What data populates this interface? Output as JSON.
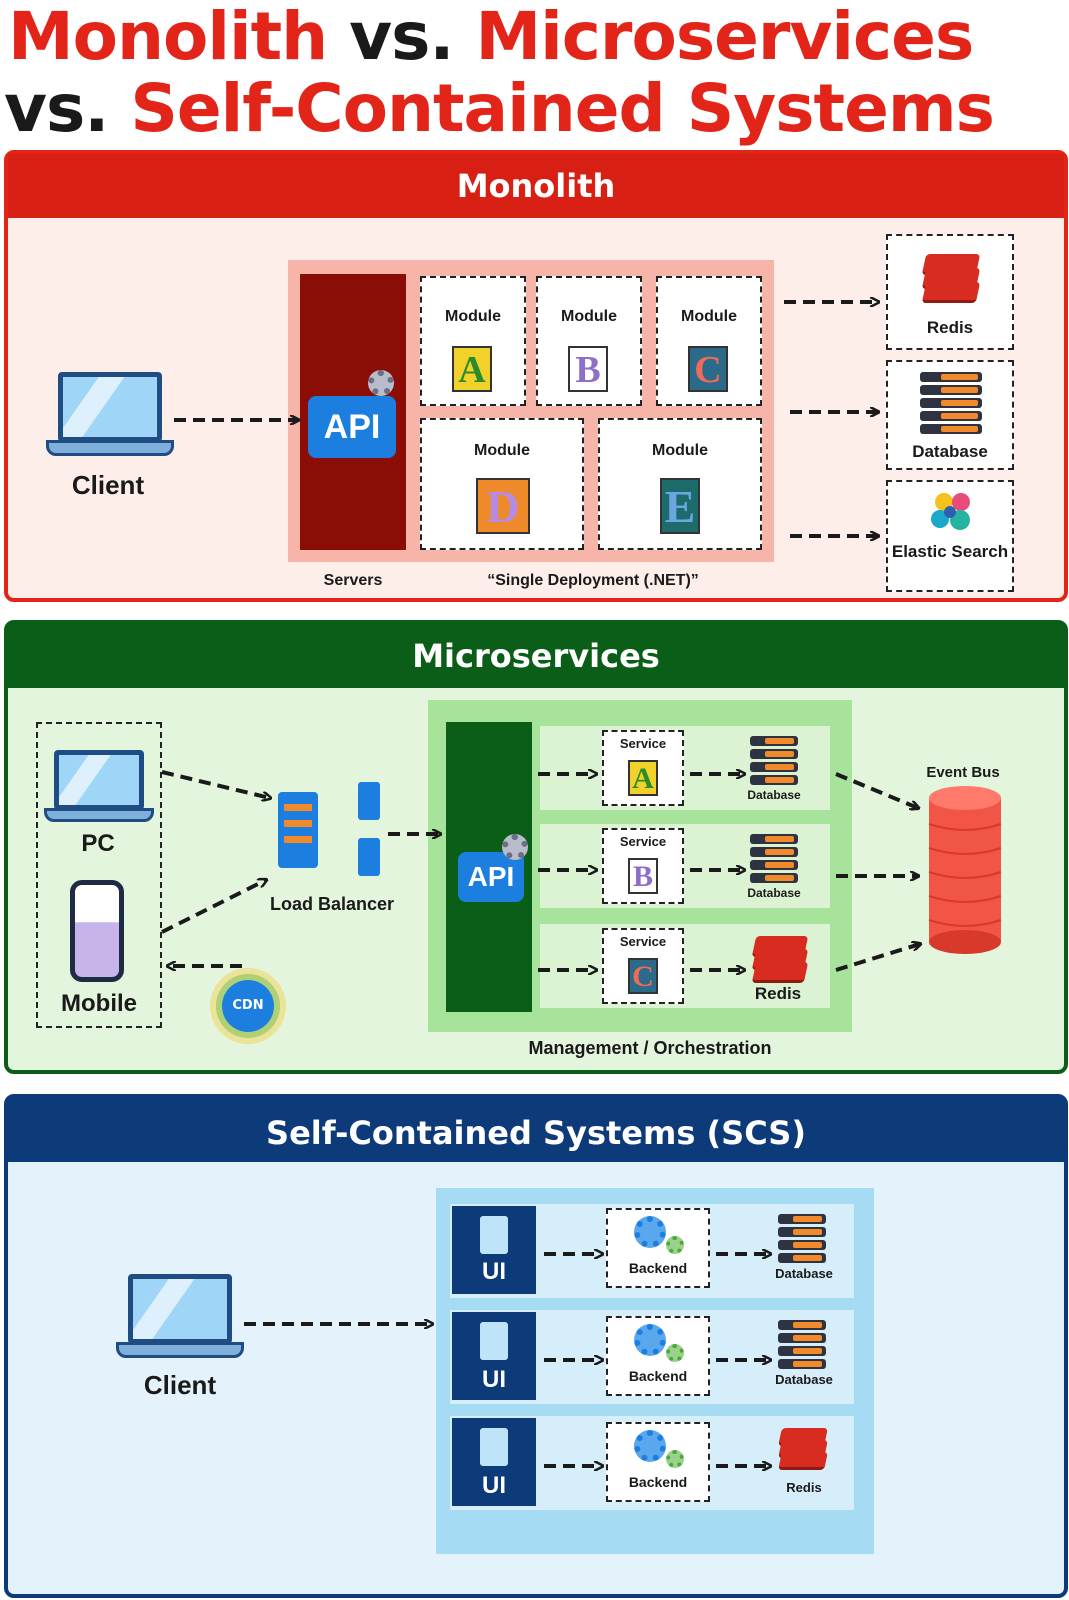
{
  "title": {
    "line1_a": "Monolith",
    "line1_b": "vs.",
    "line1_c": "Microservices",
    "line2_a": "vs.",
    "line2_b": "Self-Contained Systems"
  },
  "colors": {
    "red": "#e32419",
    "green": "#0b5e17",
    "blue": "#0d3a78"
  },
  "monolith": {
    "header": "Monolith",
    "client": "Client",
    "api": "API",
    "modules": [
      {
        "label": "Module",
        "letter": "A"
      },
      {
        "label": "Module",
        "letter": "B"
      },
      {
        "label": "Module",
        "letter": "C"
      },
      {
        "label": "Module",
        "letter": "D"
      },
      {
        "label": "Module",
        "letter": "E"
      }
    ],
    "servers": "Servers",
    "deployment": "“Single Deployment (.NET)”",
    "stores": [
      "Redis",
      "Database",
      "Elastic Search"
    ]
  },
  "microservices": {
    "header": "Microservices",
    "pc": "PC",
    "mobile": "Mobile",
    "cdn": "CDN",
    "load_balancer": "Load Balancer",
    "api": "API",
    "services": [
      {
        "label": "Service",
        "letter": "A",
        "store": "Database"
      },
      {
        "label": "Service",
        "letter": "B",
        "store": "Database"
      },
      {
        "label": "Service",
        "letter": "C",
        "store": "Redis"
      }
    ],
    "event_bus": "Event Bus",
    "management": "Management / Orchestration"
  },
  "scs": {
    "header": "Self-Contained Systems (SCS)",
    "client": "Client",
    "rows": [
      {
        "ui": "UI",
        "backend": "Backend",
        "store": "Database"
      },
      {
        "ui": "UI",
        "backend": "Backend",
        "store": "Database"
      },
      {
        "ui": "UI",
        "backend": "Backend",
        "store": "Redis"
      }
    ]
  }
}
